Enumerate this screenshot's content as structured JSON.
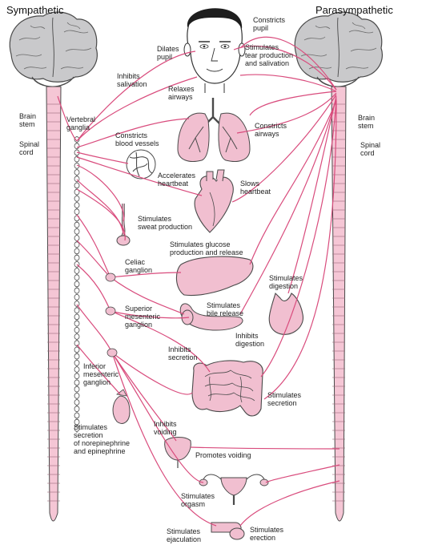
{
  "titles": {
    "left": "Sympathetic",
    "right": "Parasympathetic"
  },
  "colors": {
    "nerve": "#d94c7d",
    "organ": "#f1bfd0",
    "outline": "#4a4a4a",
    "brain": "#c9c9cb",
    "cord": "#f5c6d5"
  },
  "labels": {
    "constricts_pupil": "Constricts\npupil",
    "dilates_pupil": "Dilates\npupil",
    "stimulates_tear": "Stimulates\ntear production\nand salivation",
    "inhibits_salivation": "Inhibits\nsalivation",
    "relaxes_airways": "Relaxes\nairways",
    "constricts_airways": "Constricts\nairways",
    "brain_stem_left": "Brain\nstem",
    "brain_stem_right": "Brain\nstem",
    "vertebral_ganglia": "Vertebral\nganglia",
    "spinal_cord_left": "Spinal\ncord",
    "spinal_cord_right": "Spinal\ncord",
    "constricts_vessels": "Constricts\nblood vessels",
    "accelerates_heartbeat": "Accelerates\nheartbeat",
    "slows_heartbeat": "Slows\nheartbeat",
    "stimulates_sweat": "Stimulates\nsweat production",
    "stimulates_glucose": "Stimulates glucose\nproduction and release",
    "celiac_ganglion": "Celiac\nganglion",
    "stimulates_digestion": "Stimulates\ndigestion",
    "superior_mesenteric": "Superior\nmesenteric\nganglion",
    "stimulates_bile": "Stimulates\nbile release",
    "inhibits_digestion": "Inhibits\ndigestion",
    "inhibits_secretion": "Inhibits\nsecretion",
    "inferior_mesenteric": "Inferior\nmesenteric\nganglion",
    "stimulates_secretion": "Stimulates\nsecretion",
    "inhibits_voiding": "Inhibits\nvoiding",
    "stimulates_norepi": "Stimulates\nsecretion\nof norepinephrine\nand epinephrine",
    "promotes_voiding": "Promotes voiding",
    "stimulates_orgasm": "Stimulates\norgasm",
    "stimulates_ejaculation": "Stimulates\nejaculation",
    "stimulates_erection": "Stimulates\nerection"
  }
}
